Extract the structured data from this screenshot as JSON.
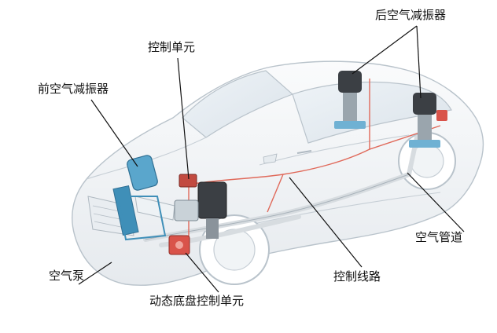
{
  "labels": {
    "control_unit": "控制单元",
    "rear_air_shock": "后空气减振器",
    "front_air_shock": "前空气减振器",
    "air_pipe": "空气管道",
    "air_pump": "空气泵",
    "control_line": "控制线路",
    "dynamic_chassis_control_unit": "动态底盘控制单元"
  },
  "colors": {
    "car_body": "#f4f6f8",
    "car_outline": "#b9c3cb",
    "air_pipe": "#d7dce0",
    "control_line": "#e0695a",
    "component_blue": "#3f8fb8",
    "callout_line": "#111111"
  }
}
